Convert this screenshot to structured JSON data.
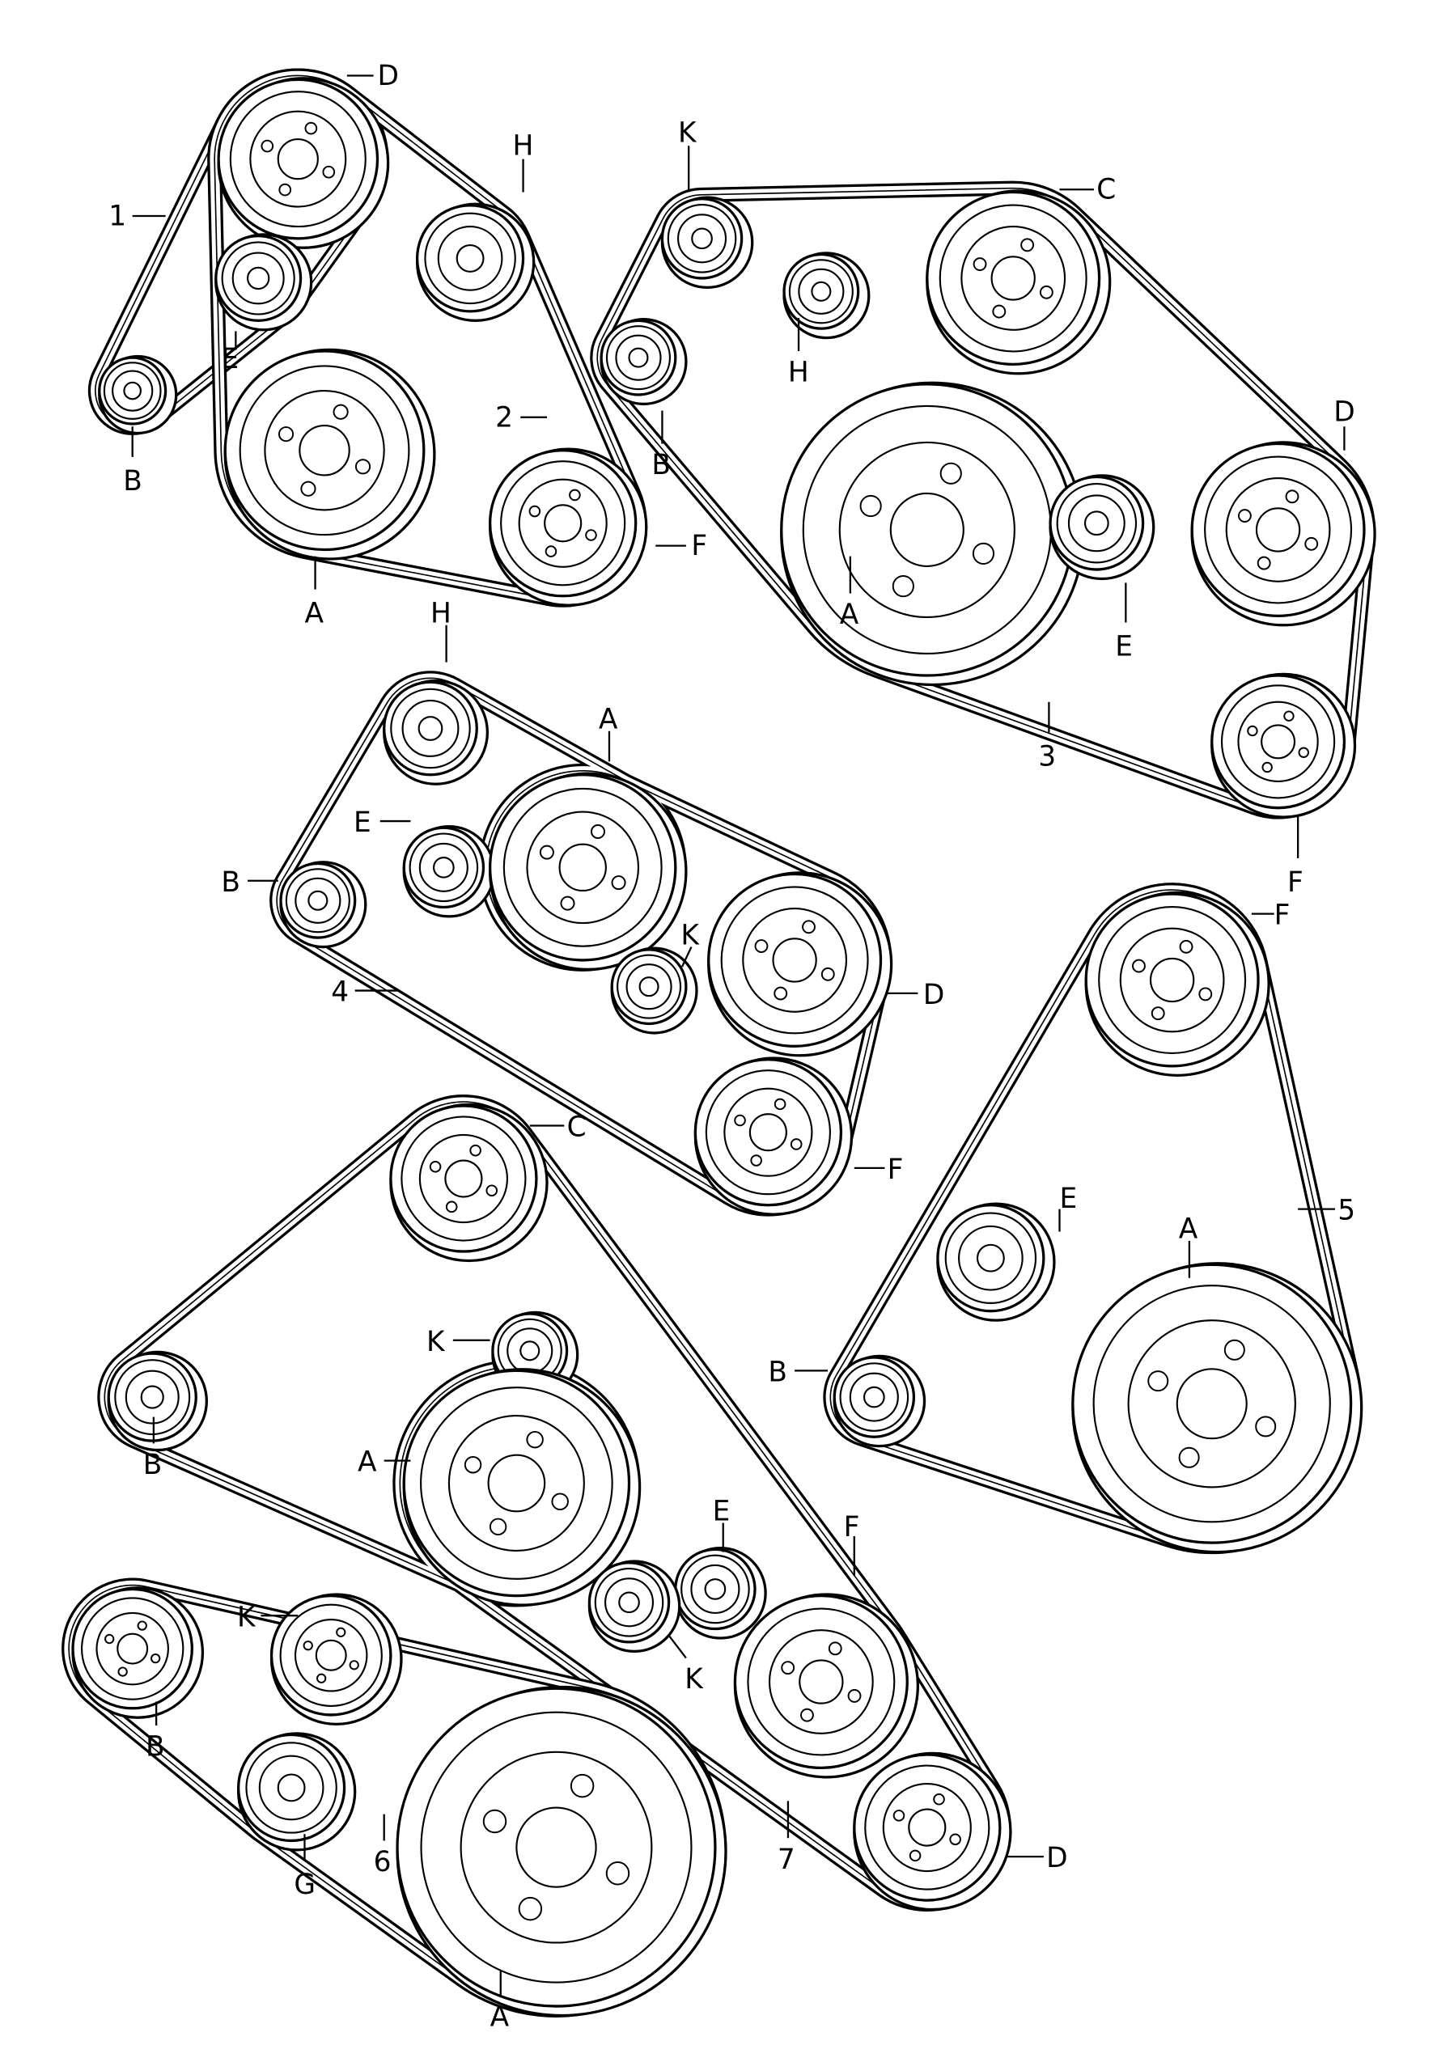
{
  "title": "Poly-V belt drive layouts",
  "colors": {
    "line": "#000000",
    "fill": "#ffffff"
  },
  "labels": [
    "D",
    "H",
    "1",
    "E",
    "2",
    "B",
    "A",
    "F",
    "K",
    "C",
    "H",
    "B",
    "D",
    "A",
    "E",
    "3",
    "F",
    "H",
    "A",
    "E",
    "B",
    "K",
    "D",
    "4",
    "F",
    "F",
    "E",
    "5",
    "A",
    "B",
    "C",
    "K",
    "B",
    "A",
    "E",
    "F",
    "K",
    "D",
    "7",
    "K",
    "B",
    "G",
    "6",
    "A"
  ]
}
